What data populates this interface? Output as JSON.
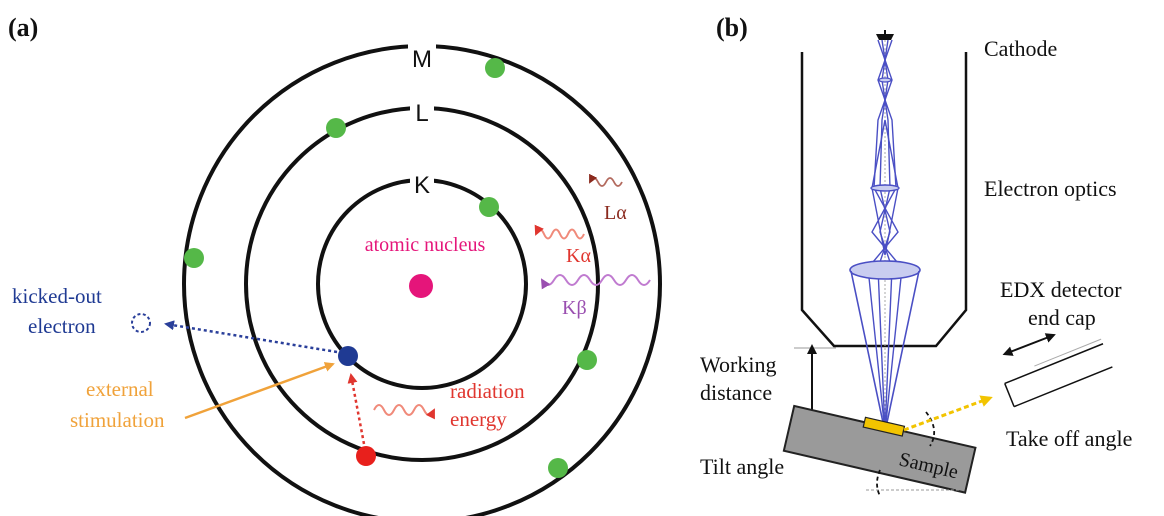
{
  "panel_a": {
    "label": "(a)",
    "shells": {
      "k": "K",
      "l": "L",
      "m": "M"
    },
    "nucleus_label": "atomic nucleus",
    "kicked_out_1": "kicked-out",
    "kicked_out_2": "electron",
    "external_1": "external",
    "external_2": "stimulation",
    "radiation_1": "radiation",
    "radiation_2": "energy",
    "lines": {
      "la": "Lα",
      "ka": "Kα",
      "kb": "Kβ"
    }
  },
  "panel_b": {
    "label": "(b)",
    "cathode": "Cathode",
    "electron_optics": "Electron optics",
    "edx_1": "EDX detector",
    "edx_2": "end cap",
    "working_1": "Working",
    "working_2": "distance",
    "take_off": "Take off angle",
    "tilt": "Tilt angle",
    "sample": "Sample"
  },
  "colors": {
    "shell": "#111111",
    "electron": "#55b848",
    "nucleus": "#e5157a",
    "vacancy_electron": "#1f3a93",
    "incoming_electron": "#e8201c",
    "blue_label": "#1f3a93",
    "orange": "#f0a23a",
    "red": "#e0362f",
    "la": "#8b2a1e",
    "kb": "#9a4fb0",
    "beam": "#4a4fc4",
    "sample_block": "#9a9a9a",
    "sample": "#f2c400"
  }
}
